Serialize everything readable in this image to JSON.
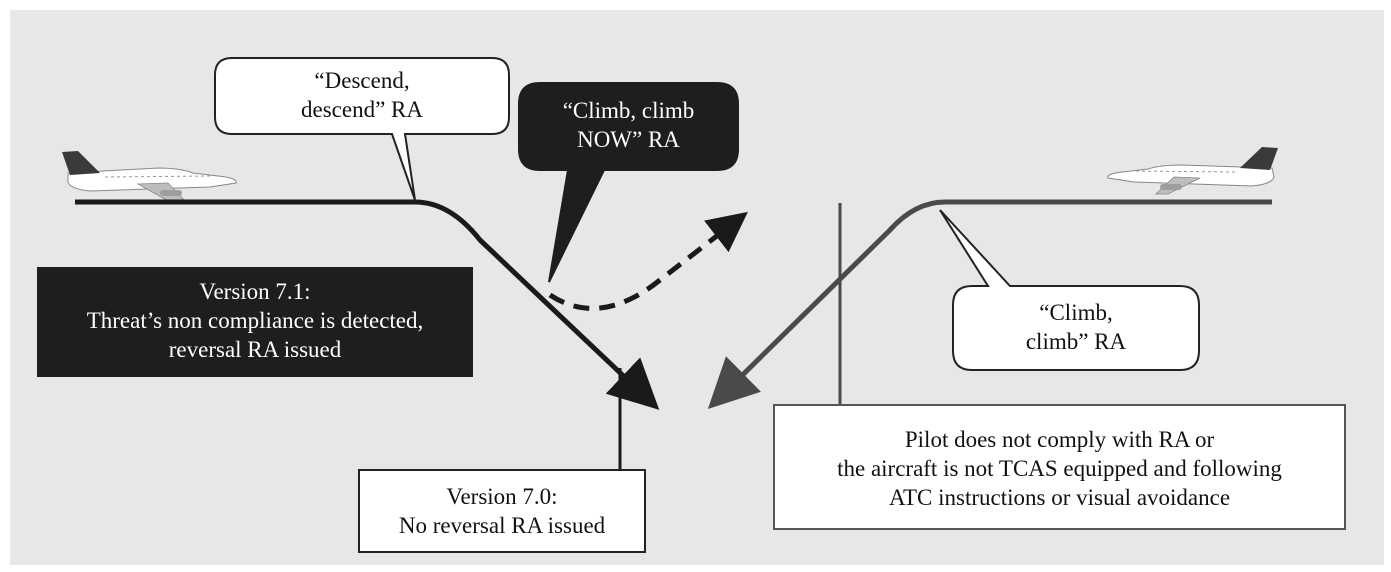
{
  "callouts": {
    "descend_ra": [
      "“Descend,",
      "descend” RA"
    ],
    "climb_now_ra": [
      "“Climb, climb",
      "NOW” RA"
    ],
    "climb_ra": [
      "“Climb,",
      "climb” RA"
    ]
  },
  "notes": {
    "version_71": [
      "Version 7.1:",
      "Threat’s non compliance is detected,",
      "reversal RA issued"
    ],
    "version_70": [
      "Version 7.0:",
      "No reversal RA issued"
    ],
    "pilot_noncomply": [
      "Pilot does not comply with RA or",
      "the aircraft is not TCAS equipped and following",
      "ATC instructions or visual avoidance"
    ]
  }
}
